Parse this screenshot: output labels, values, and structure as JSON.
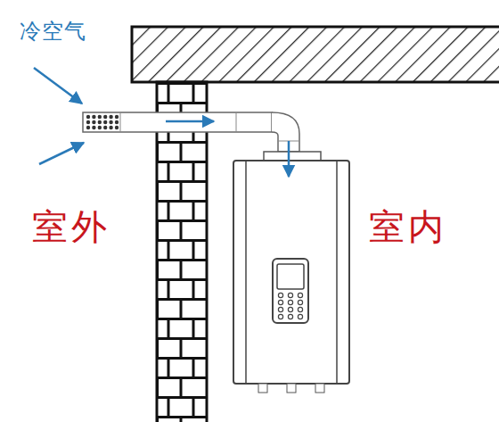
{
  "diagram": {
    "labels": [
      "冷空气",
      "室外",
      "室内"
    ]
  }
}
